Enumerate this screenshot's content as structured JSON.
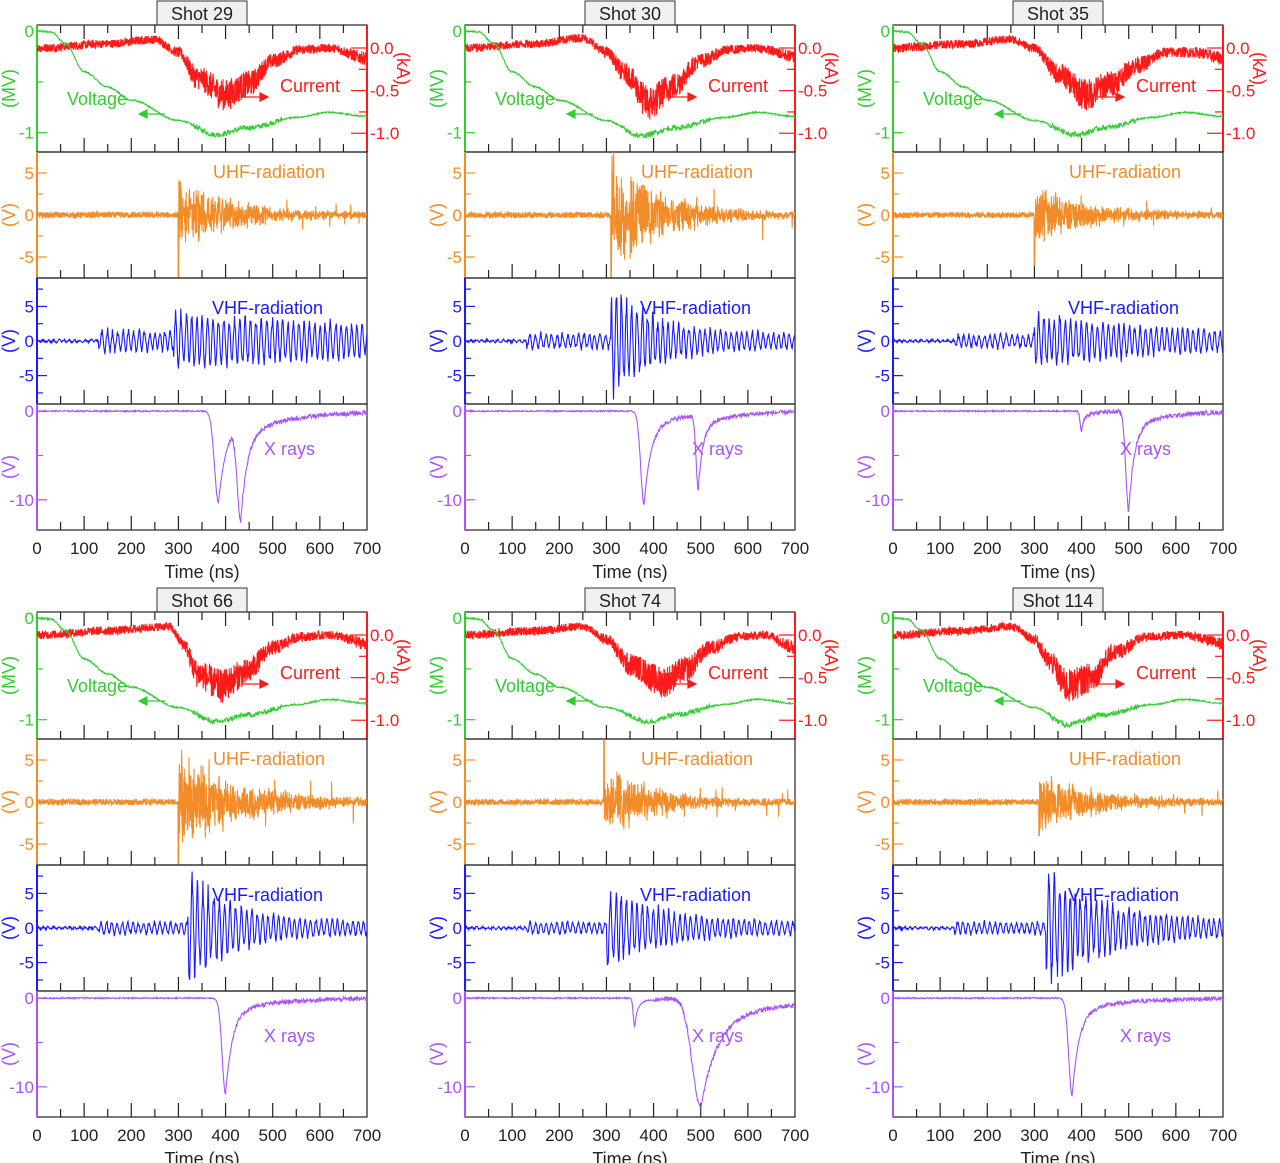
{
  "chart_data": {
    "type": "line",
    "xlabel": "Time (ns)",
    "xlim": [
      0,
      700
    ],
    "xticks": [
      "0",
      "100",
      "200",
      "300",
      "400",
      "500",
      "600",
      "700"
    ],
    "colors": {
      "voltage": "#33cc33",
      "current": "#ff1a1a",
      "uhf": "#f28c28",
      "vhf": "#1a1aff",
      "xray": "#a855f7"
    },
    "axes": {
      "voltage": {
        "unit": "(MV)",
        "ticks": [
          {
            "v": 0,
            "t": "0"
          },
          {
            "v": -1,
            "t": "-1"
          }
        ],
        "ylim": [
          -1.19,
          0.06
        ],
        "label": "Voltage"
      },
      "current": {
        "unit": "(kA)",
        "ticks": [
          {
            "v": 0,
            "t": "0.0"
          },
          {
            "v": -0.5,
            "t": "-0.5"
          },
          {
            "v": -1,
            "t": "-1.0"
          }
        ],
        "ylim": [
          -1.22,
          0.27
        ],
        "label": "Current"
      },
      "uhf": {
        "unit": "(V)",
        "ticks": [
          {
            "v": 5,
            "t": "5"
          },
          {
            "v": 0,
            "t": "0"
          },
          {
            "v": -5,
            "t": "-5"
          }
        ],
        "ylim": [
          -7.5,
          7.5
        ],
        "label": "UHF-radiation"
      },
      "vhf": {
        "unit": "(V)",
        "ticks": [
          {
            "v": 5,
            "t": "5"
          },
          {
            "v": 0,
            "t": "0"
          },
          {
            "v": -5,
            "t": "-5"
          }
        ],
        "ylim": [
          -9.1,
          9.1
        ],
        "label": "VHF-radiation"
      },
      "xray": {
        "unit": "(V)",
        "ticks": [
          {
            "v": 0,
            "t": "0"
          },
          {
            "v": -10,
            "t": "-10"
          }
        ],
        "ylim": [
          -13.4,
          0.8
        ],
        "label": "X rays"
      }
    },
    "shots": [
      {
        "title": "Shot 29",
        "voltage": [
          [
            0,
            0
          ],
          [
            30,
            -0.01
          ],
          [
            60,
            -0.12
          ],
          [
            100,
            -0.4
          ],
          [
            150,
            -0.55
          ],
          [
            200,
            -0.68
          ],
          [
            300,
            -0.88
          ],
          [
            380,
            -1.02
          ],
          [
            450,
            -0.95
          ],
          [
            550,
            -0.85
          ],
          [
            620,
            -0.8
          ],
          [
            700,
            -0.84
          ]
        ],
        "current": [
          [
            0,
            0
          ],
          [
            150,
            0.05
          ],
          [
            250,
            0.1
          ],
          [
            300,
            -0.05
          ],
          [
            340,
            -0.35
          ],
          [
            400,
            -0.55
          ],
          [
            450,
            -0.42
          ],
          [
            500,
            -0.15
          ],
          [
            560,
            -0.02
          ],
          [
            620,
            0.0
          ],
          [
            700,
            -0.12
          ]
        ],
        "uhf": {
          "onset": 300,
          "amp": 3.5,
          "spike": -7.5,
          "tau": 120
        },
        "vhf": {
          "onset": 290,
          "amp": 3,
          "pre": 1.2,
          "tau": 400
        },
        "xray": [
          {
            "t": 385,
            "depth": 10.3,
            "width": 14
          },
          {
            "t": 432,
            "depth": 10.8,
            "width": 12
          }
        ]
      },
      {
        "title": "Shot 30",
        "voltage": [
          [
            0,
            0
          ],
          [
            30,
            -0.01
          ],
          [
            60,
            -0.12
          ],
          [
            100,
            -0.4
          ],
          [
            150,
            -0.55
          ],
          [
            200,
            -0.68
          ],
          [
            300,
            -0.88
          ],
          [
            370,
            -1.03
          ],
          [
            450,
            -0.95
          ],
          [
            550,
            -0.85
          ],
          [
            620,
            -0.8
          ],
          [
            700,
            -0.84
          ]
        ],
        "current": [
          [
            0,
            0
          ],
          [
            150,
            0.05
          ],
          [
            250,
            0.12
          ],
          [
            300,
            -0.05
          ],
          [
            340,
            -0.3
          ],
          [
            390,
            -0.65
          ],
          [
            440,
            -0.45
          ],
          [
            500,
            -0.15
          ],
          [
            560,
            -0.02
          ],
          [
            620,
            0.0
          ],
          [
            700,
            -0.1
          ]
        ],
        "uhf": {
          "onset": 310,
          "amp": 6,
          "spike": -7.5,
          "tau": 110
        },
        "vhf": {
          "onset": 310,
          "amp": 8,
          "pre": 0.8,
          "tau": 90
        },
        "xray": [
          {
            "t": 380,
            "depth": 10.5,
            "width": 12
          },
          {
            "t": 495,
            "depth": 8.3,
            "width": 8
          }
        ]
      },
      {
        "title": "Shot 35",
        "voltage": [
          [
            0,
            0
          ],
          [
            30,
            -0.01
          ],
          [
            60,
            -0.12
          ],
          [
            100,
            -0.4
          ],
          [
            150,
            -0.55
          ],
          [
            200,
            -0.68
          ],
          [
            300,
            -0.88
          ],
          [
            390,
            -1.02
          ],
          [
            450,
            -0.95
          ],
          [
            550,
            -0.85
          ],
          [
            620,
            -0.8
          ],
          [
            700,
            -0.84
          ]
        ],
        "current": [
          [
            0,
            0
          ],
          [
            150,
            0.05
          ],
          [
            250,
            0.1
          ],
          [
            300,
            0.0
          ],
          [
            350,
            -0.3
          ],
          [
            410,
            -0.55
          ],
          [
            460,
            -0.42
          ],
          [
            520,
            -0.2
          ],
          [
            580,
            -0.05
          ],
          [
            640,
            -0.05
          ],
          [
            700,
            -0.12
          ]
        ],
        "uhf": {
          "onset": 300,
          "amp": 3,
          "spike": -6,
          "tau": 120
        },
        "vhf": {
          "onset": 300,
          "amp": 3.5,
          "pre": 0.7,
          "tau": 250
        },
        "xray": [
          {
            "t": 400,
            "depth": 2.3,
            "width": 5
          },
          {
            "t": 500,
            "depth": 11.3,
            "width": 10
          }
        ]
      },
      {
        "title": "Shot 66",
        "voltage": [
          [
            0,
            0
          ],
          [
            30,
            -0.01
          ],
          [
            60,
            -0.12
          ],
          [
            100,
            -0.4
          ],
          [
            150,
            -0.55
          ],
          [
            200,
            -0.68
          ],
          [
            300,
            -0.88
          ],
          [
            380,
            -1.02
          ],
          [
            450,
            -0.95
          ],
          [
            550,
            -0.85
          ],
          [
            620,
            -0.8
          ],
          [
            700,
            -0.84
          ]
        ],
        "current": [
          [
            0,
            0
          ],
          [
            150,
            0.05
          ],
          [
            280,
            0.1
          ],
          [
            310,
            -0.1
          ],
          [
            340,
            -0.45
          ],
          [
            390,
            -0.6
          ],
          [
            440,
            -0.45
          ],
          [
            500,
            -0.15
          ],
          [
            560,
            -0.02
          ],
          [
            620,
            0.0
          ],
          [
            700,
            -0.1
          ]
        ],
        "uhf": {
          "onset": 300,
          "amp": 5,
          "spike": -7.5,
          "tau": 140
        },
        "vhf": {
          "onset": 320,
          "amp": 8,
          "pre": 0.6,
          "tau": 100
        },
        "xray": [
          {
            "t": 400,
            "depth": 10.8,
            "width": 12
          }
        ]
      },
      {
        "title": "Shot 74",
        "voltage": [
          [
            0,
            0
          ],
          [
            30,
            -0.01
          ],
          [
            60,
            -0.12
          ],
          [
            100,
            -0.4
          ],
          [
            150,
            -0.55
          ],
          [
            200,
            -0.68
          ],
          [
            300,
            -0.88
          ],
          [
            390,
            -1.02
          ],
          [
            450,
            -0.95
          ],
          [
            550,
            -0.85
          ],
          [
            620,
            -0.8
          ],
          [
            700,
            -0.84
          ]
        ],
        "current": [
          [
            0,
            0
          ],
          [
            150,
            0.05
          ],
          [
            250,
            0.1
          ],
          [
            300,
            -0.05
          ],
          [
            350,
            -0.35
          ],
          [
            420,
            -0.55
          ],
          [
            470,
            -0.4
          ],
          [
            520,
            -0.15
          ],
          [
            580,
            -0.02
          ],
          [
            640,
            0.0
          ],
          [
            700,
            -0.15
          ]
        ],
        "uhf": {
          "onset": 295,
          "amp": 3.5,
          "spike": 7.5,
          "tau": 110
        },
        "vhf": {
          "onset": 300,
          "amp": 6,
          "pre": 0.6,
          "tau": 110
        },
        "xray": [
          {
            "t": 360,
            "depth": 3.2,
            "width": 5
          },
          {
            "t": 500,
            "depth": 12.3,
            "width": 30
          }
        ]
      },
      {
        "title": "Shot 114",
        "voltage": [
          [
            0,
            0
          ],
          [
            30,
            -0.01
          ],
          [
            60,
            -0.12
          ],
          [
            100,
            -0.4
          ],
          [
            150,
            -0.55
          ],
          [
            200,
            -0.68
          ],
          [
            300,
            -0.88
          ],
          [
            370,
            -1.05
          ],
          [
            450,
            -0.95
          ],
          [
            550,
            -0.85
          ],
          [
            620,
            -0.8
          ],
          [
            700,
            -0.84
          ]
        ],
        "current": [
          [
            0,
            0
          ],
          [
            150,
            0.05
          ],
          [
            250,
            0.1
          ],
          [
            300,
            -0.05
          ],
          [
            330,
            -0.3
          ],
          [
            370,
            -0.6
          ],
          [
            420,
            -0.5
          ],
          [
            470,
            -0.2
          ],
          [
            540,
            -0.02
          ],
          [
            620,
            0.0
          ],
          [
            700,
            -0.1
          ]
        ],
        "uhf": {
          "onset": 310,
          "amp": 3,
          "spike": -4,
          "tau": 120
        },
        "vhf": {
          "onset": 325,
          "amp": 8,
          "pre": 0.6,
          "tau": 140
        },
        "xray": [
          {
            "t": 380,
            "depth": 11,
            "width": 12
          }
        ]
      }
    ]
  }
}
